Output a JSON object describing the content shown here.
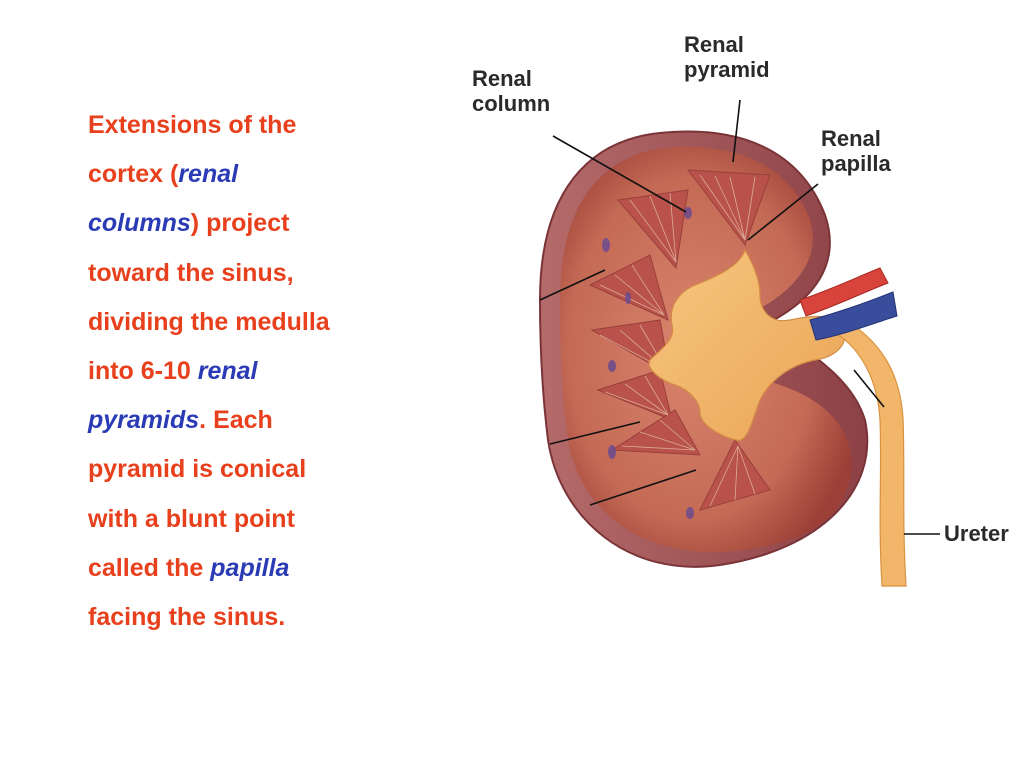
{
  "paragraph": {
    "line1": "Extensions of the",
    "line2a": "cortex (",
    "line2b": "renal",
    "line3a": "columns",
    "line3b": ") project",
    "line4": "toward the sinus,",
    "line5": "dividing the medulla",
    "line6a": "into 6-10 ",
    "line6b": "renal",
    "line7a": "pyramids",
    "line7b": ". Each",
    "line8": "pyramid is conical",
    "line9": "with a blunt point",
    "line10a": "called the ",
    "line10b": "papilla",
    "line11": "facing the sinus."
  },
  "labels": {
    "renal_column": [
      "Renal",
      "column"
    ],
    "renal_pyramid": [
      "Renal",
      "pyramid"
    ],
    "renal_papilla": [
      "Renal",
      "papilla"
    ],
    "ureter": "Ureter"
  },
  "colors": {
    "body_text": "#e8401c",
    "term_text": "#2a3bb5",
    "label_text": "#2a2a2a"
  }
}
